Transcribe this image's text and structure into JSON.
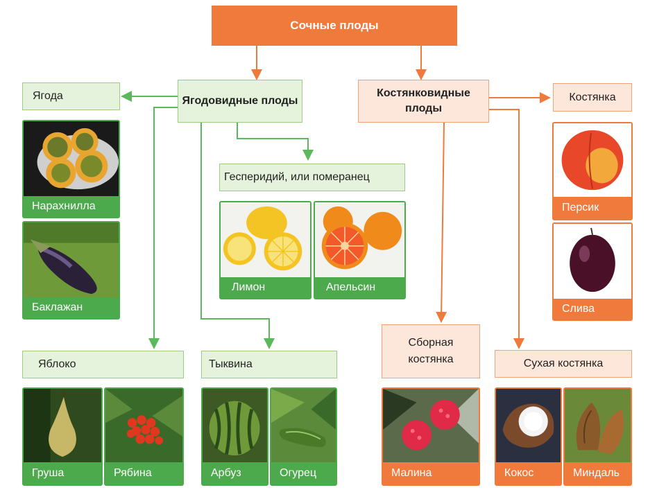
{
  "root": "Сочные плоды",
  "berry_group": {
    "title": "Ягодовидные плоды"
  },
  "drupe_group": {
    "title": "Костянковидные плоды"
  },
  "labels": {
    "berry": "Ягода",
    "hesperidium": "Гесперидий, или померанец",
    "apple": "Яблоко",
    "pumpkin": "Тыквина",
    "drupe": "Костянка",
    "aggregate": "Сборная костянка",
    "dry_drupe": "Сухая костянка"
  },
  "captions": {
    "naranjilla": "Нарахнилла",
    "eggplant": "Баклажан",
    "lemon": "Лимон",
    "orange": "Апельсин",
    "pear": "Груша",
    "rowan": "Рябина",
    "watermelon": "Арбуз",
    "cucumber": "Огурец",
    "peach": "Персик",
    "plum": "Слива",
    "raspberry": "Малина",
    "coconut": "Кокос",
    "almond": "Миндаль"
  },
  "colors": {
    "green": "#4caa4c",
    "orange": "#f07a3c"
  }
}
